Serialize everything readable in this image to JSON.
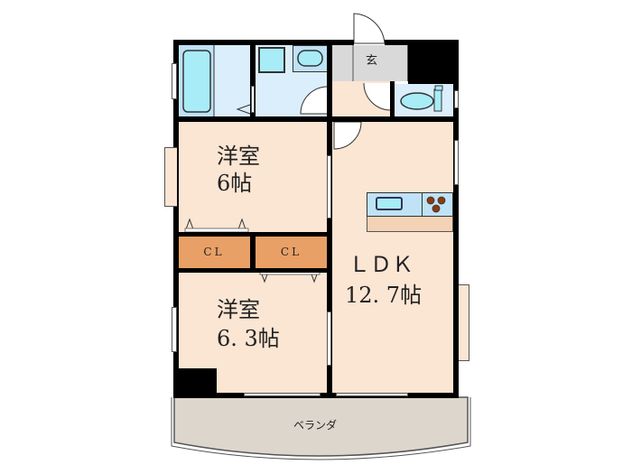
{
  "floorplan": {
    "rooms": [
      {
        "id": "western-room-1",
        "name": "洋室",
        "size": "6帖"
      },
      {
        "id": "western-room-2",
        "name": "洋室",
        "size": "6. 3帖"
      },
      {
        "id": "ldk",
        "name": "ＬＤＫ",
        "size": "12. 7帖"
      }
    ],
    "closets": [
      {
        "id": "closet-1",
        "label": "CL"
      },
      {
        "id": "closet-2",
        "label": "CL"
      }
    ],
    "entrance": {
      "label": "玄"
    },
    "veranda": {
      "label": "ベランダ"
    },
    "colors": {
      "room_floor": "#fbe5d3",
      "wet_area": "#dbeefb",
      "fixture": "#9fe3f5",
      "closet": "#e8a066",
      "entrance": "#d9d9d9",
      "veranda": "#ddd6cc",
      "wall": "#000000"
    }
  }
}
